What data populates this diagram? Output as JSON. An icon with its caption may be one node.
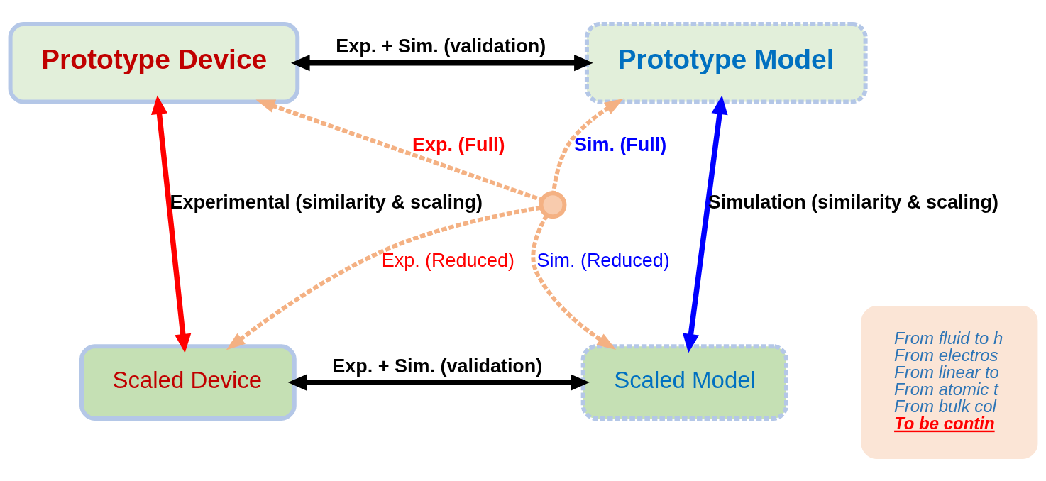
{
  "diagram": {
    "nodes": [
      {
        "text": [
          "Prototype Device"
        ]
      },
      {
        "text": [
          "Prototype Model"
        ]
      },
      {
        "text": [
          "Scaled Device"
        ]
      },
      {
        "text": [
          "Scaled Model"
        ]
      },
      {
        "text": [],
        "shape": "circle"
      },
      {
        "text": [
          "From fluid to h",
          "From electros",
          "From linear to",
          "From atomic t",
          "From bulk col",
          "To be contin"
        ]
      }
    ],
    "edges": [
      {
        "from": 0,
        "to": 1,
        "arrow": "both",
        "label": "Exp. + Sim. (validation)",
        "color": "#000000"
      },
      {
        "from": 0,
        "to": 2,
        "arrow": "both",
        "label": "Experimental (similarity & scaling)",
        "color": "#ff0000"
      },
      {
        "from": 1,
        "to": 3,
        "arrow": "both",
        "label": "Simulation (similarity & scaling)",
        "color": "#0000ff"
      },
      {
        "from": 4,
        "to": 0,
        "arrow": "to",
        "label": "Exp. (Full)",
        "style": "dashed"
      },
      {
        "from": 4,
        "to": 1,
        "arrow": "to",
        "label": "Sim. (Full)",
        "style": "dashed"
      },
      {
        "from": 4,
        "to": 2,
        "arrow": "to",
        "label": "Exp. (Reduced)",
        "style": "dashed"
      },
      {
        "from": 4,
        "to": 3,
        "arrow": "to",
        "label": "Sim. (Reduced)",
        "style": "dashed"
      },
      {
        "from": 2,
        "to": 3,
        "arrow": "both",
        "label": "Exp. + Sim. (validation)",
        "color": "#000000"
      }
    ]
  }
}
